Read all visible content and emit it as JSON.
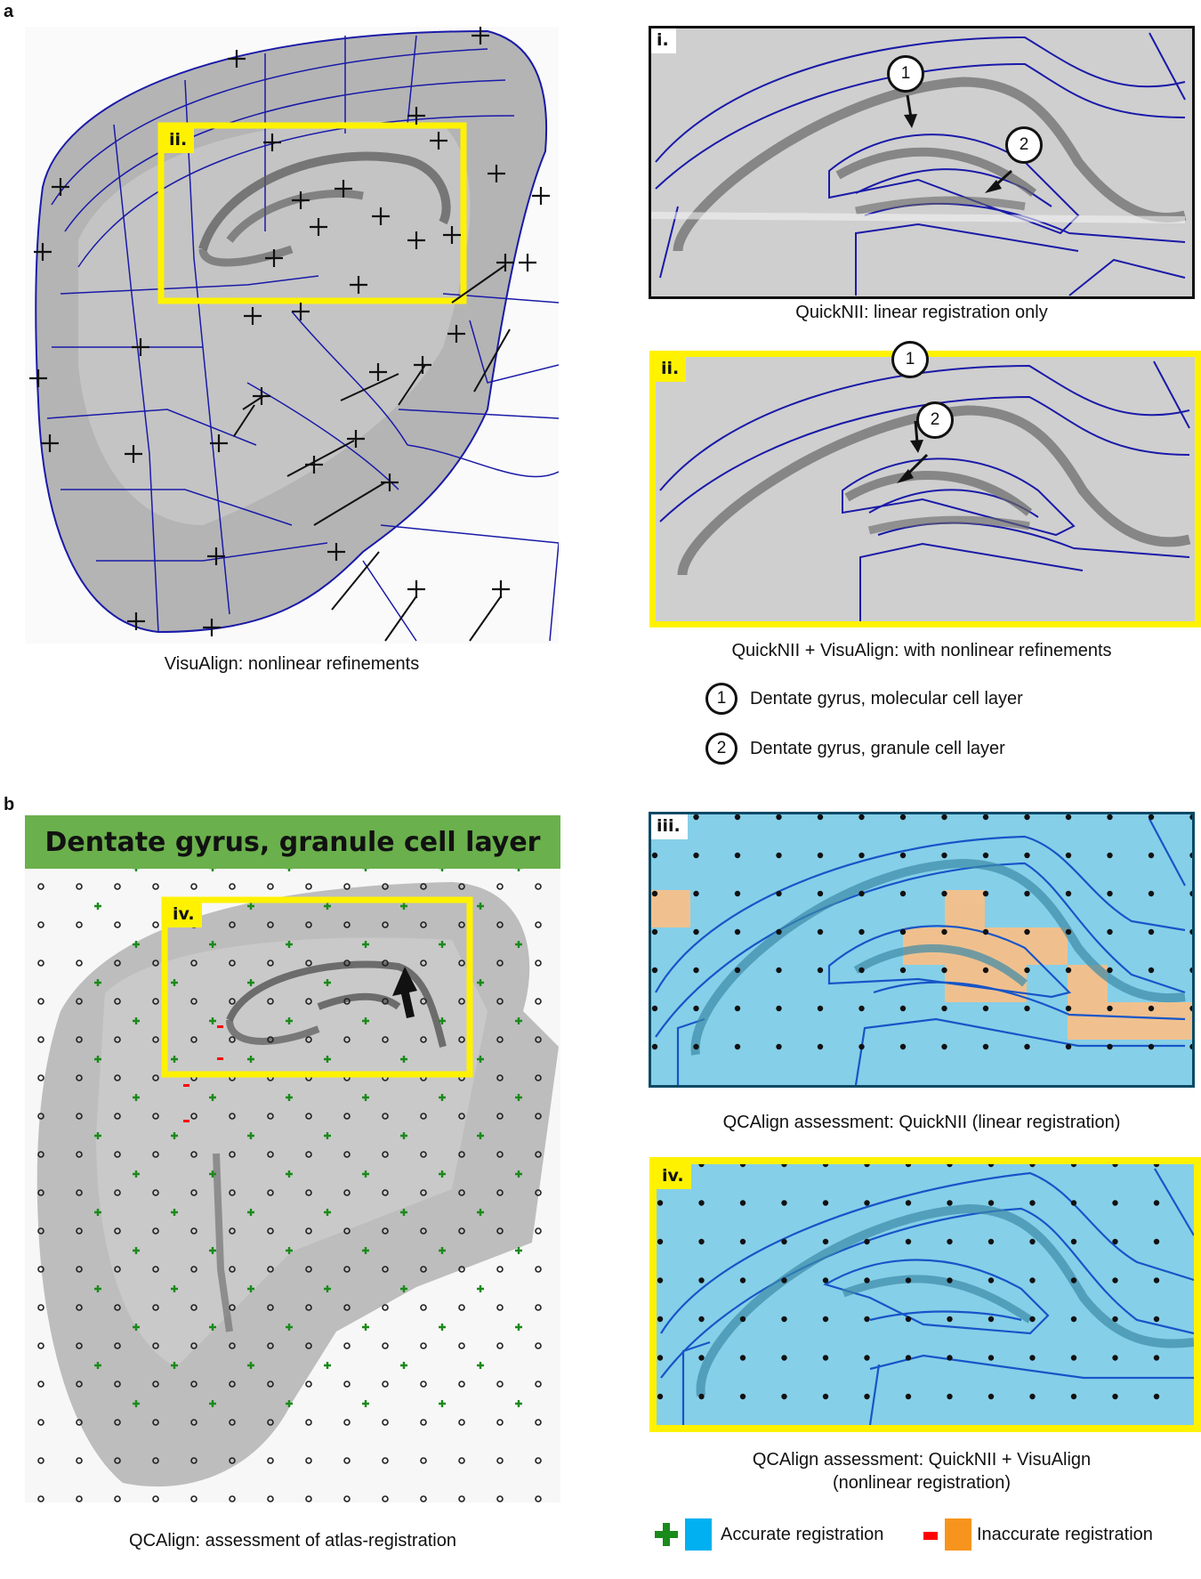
{
  "panel_a": {
    "letter": "a",
    "main_image": {
      "inset_label": "ii.",
      "caption": "VisuAlign: nonlinear refinements"
    },
    "inset_i": {
      "label": "i.",
      "caption": "QuickNII: linear registration only",
      "markers": [
        "1",
        "2"
      ]
    },
    "inset_ii": {
      "label": "ii.",
      "caption": "QuickNII + VisuAlign: with nonlinear refinements",
      "markers": [
        "1",
        "2"
      ]
    },
    "legend": [
      {
        "number": "1",
        "label": "Dentate gyrus, molecular cell layer"
      },
      {
        "number": "2",
        "label": "Dentate gyrus, granule cell layer"
      }
    ]
  },
  "panel_b": {
    "letter": "b",
    "main_image": {
      "banner": "Dentate gyrus, granule cell layer",
      "inset_label": "iv.",
      "caption": "QCAlign: assessment of atlas-registration"
    },
    "inset_iii": {
      "label": "iii.",
      "caption": "QCAlign assessment: QuickNII (linear registration)"
    },
    "inset_iv": {
      "label": "iv.",
      "caption_line1": "QCAlign assessment: QuickNII + VisuAlign",
      "caption_line2": "(nonlinear registration)"
    },
    "legend": [
      {
        "marker": "plus",
        "marker_color": "#1a8a1a",
        "swatch_color": "#00b0f0",
        "label": "Accurate registration"
      },
      {
        "marker": "minus",
        "marker_color": "#ff0000",
        "swatch_color": "#f7941d",
        "label": "Inaccurate registration"
      }
    ]
  },
  "colors": {
    "highlight_yellow": "#fff200",
    "atlas_outline_blue": "#1a1aa8",
    "overlay_blue": "#7fd0ec",
    "overlay_orange": "#f5c08a",
    "banner_green": "#6ab04c"
  }
}
